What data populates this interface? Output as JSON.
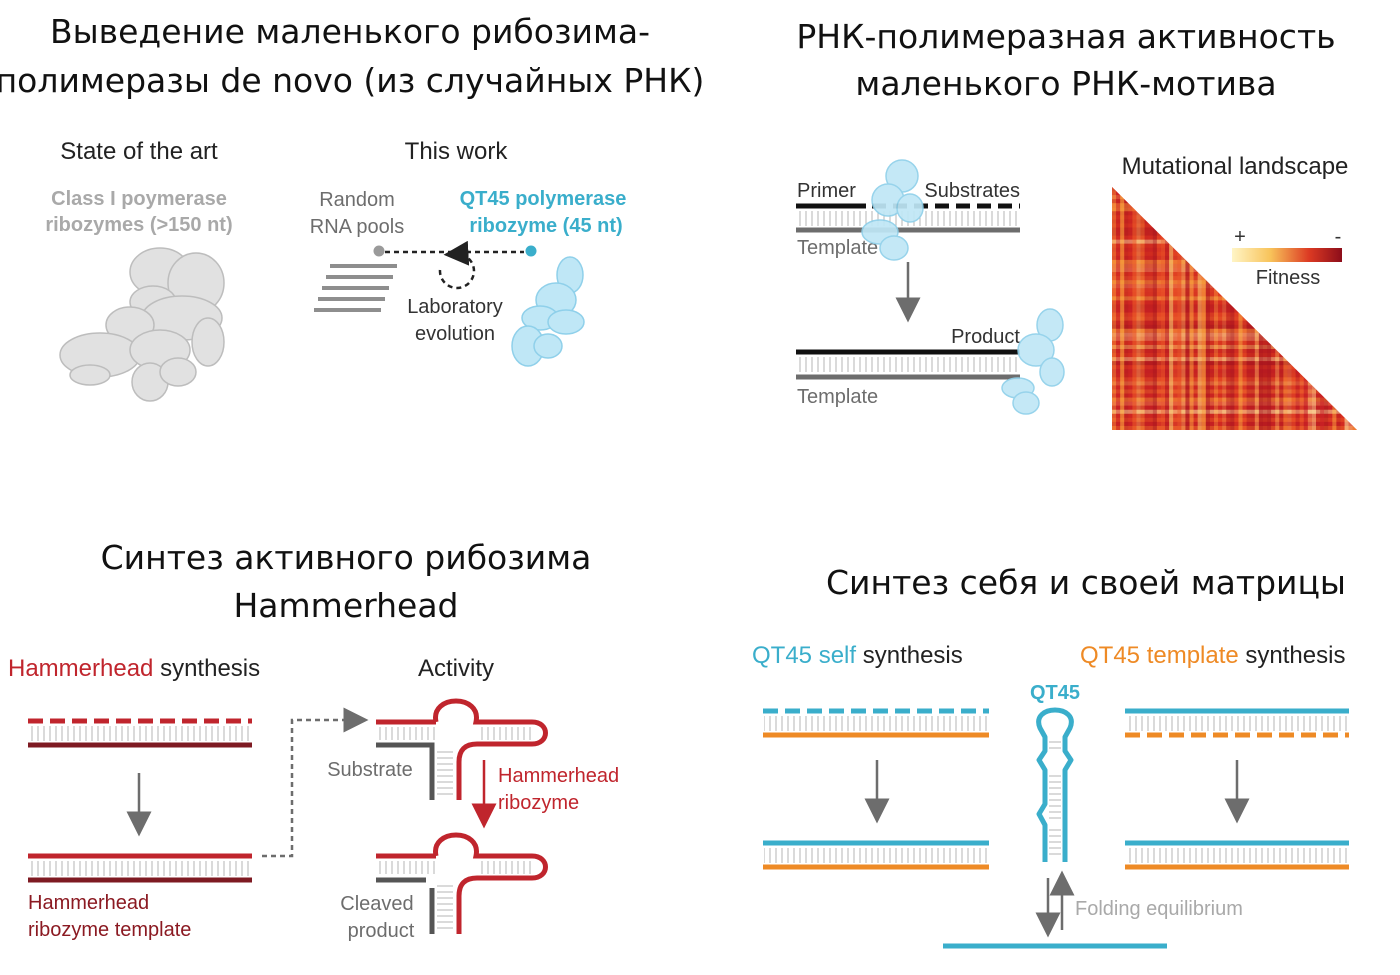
{
  "panels": {
    "tl": {
      "title_line1": "Выведение маленького рибозима-",
      "title_line2": "полимеразы de novo (из случайных РНК)",
      "state_of_art": "State of the art",
      "class1_line1": "Class I poymerase",
      "class1_line2": "ribozymes (>150 nt)",
      "this_work": "This work",
      "random_line1": "Random",
      "random_line2": "RNA pools",
      "qt45_line1": "QT45 polymerase",
      "qt45_line2": "ribozyme (45 nt)",
      "lab_line1": "Laboratory",
      "lab_line2": "evolution"
    },
    "tr": {
      "title_line1": "РНК-полимеразная активность",
      "title_line2": "маленького РНК-мотива",
      "primer": "Primer",
      "substrates": "Substrates",
      "template1": "Template",
      "product": "Product",
      "template2": "Template",
      "landscape_title": "Mutational landscape",
      "plus": "+",
      "minus": "-",
      "fitness": "Fitness"
    },
    "bl": {
      "title_line1": "Синтез активного рибозима",
      "title_line2": "Hammerhead",
      "synth_red": "Hammerhead",
      "synth_black": " synthesis",
      "activity": "Activity",
      "substrate": "Substrate",
      "hh_line1": "Hammerhead",
      "hh_line2": "ribozyme",
      "template_line1": "Hammerhead",
      "template_line2": "ribozyme template",
      "cleaved_line1": "Cleaved",
      "cleaved_line2": "product"
    },
    "br": {
      "title": "Синтез себя и своей матрицы",
      "self_blue": "QT45 self",
      "self_black": " synthesis",
      "tmpl_orange": "QT45 template",
      "tmpl_black": " synthesis",
      "qt45": "QT45",
      "folding": "Folding equilibrium"
    }
  },
  "colors": {
    "blue": "#3aaecb",
    "red": "#c0252d",
    "dark_red": "#7e1a22",
    "orange": "#ee8a25",
    "gray": "#6d6d6d",
    "light_gray": "#a9a9a9",
    "ribozyme_blue": "#bfe7f6"
  },
  "icons": {
    "protein_structure_gray": "gray-ribozyme-structure-icon",
    "protein_structure_blue": "blue-ribozyme-structure-icon",
    "down_arrow": "down-arrow-icon",
    "hairpin": "hairpin-icon"
  }
}
